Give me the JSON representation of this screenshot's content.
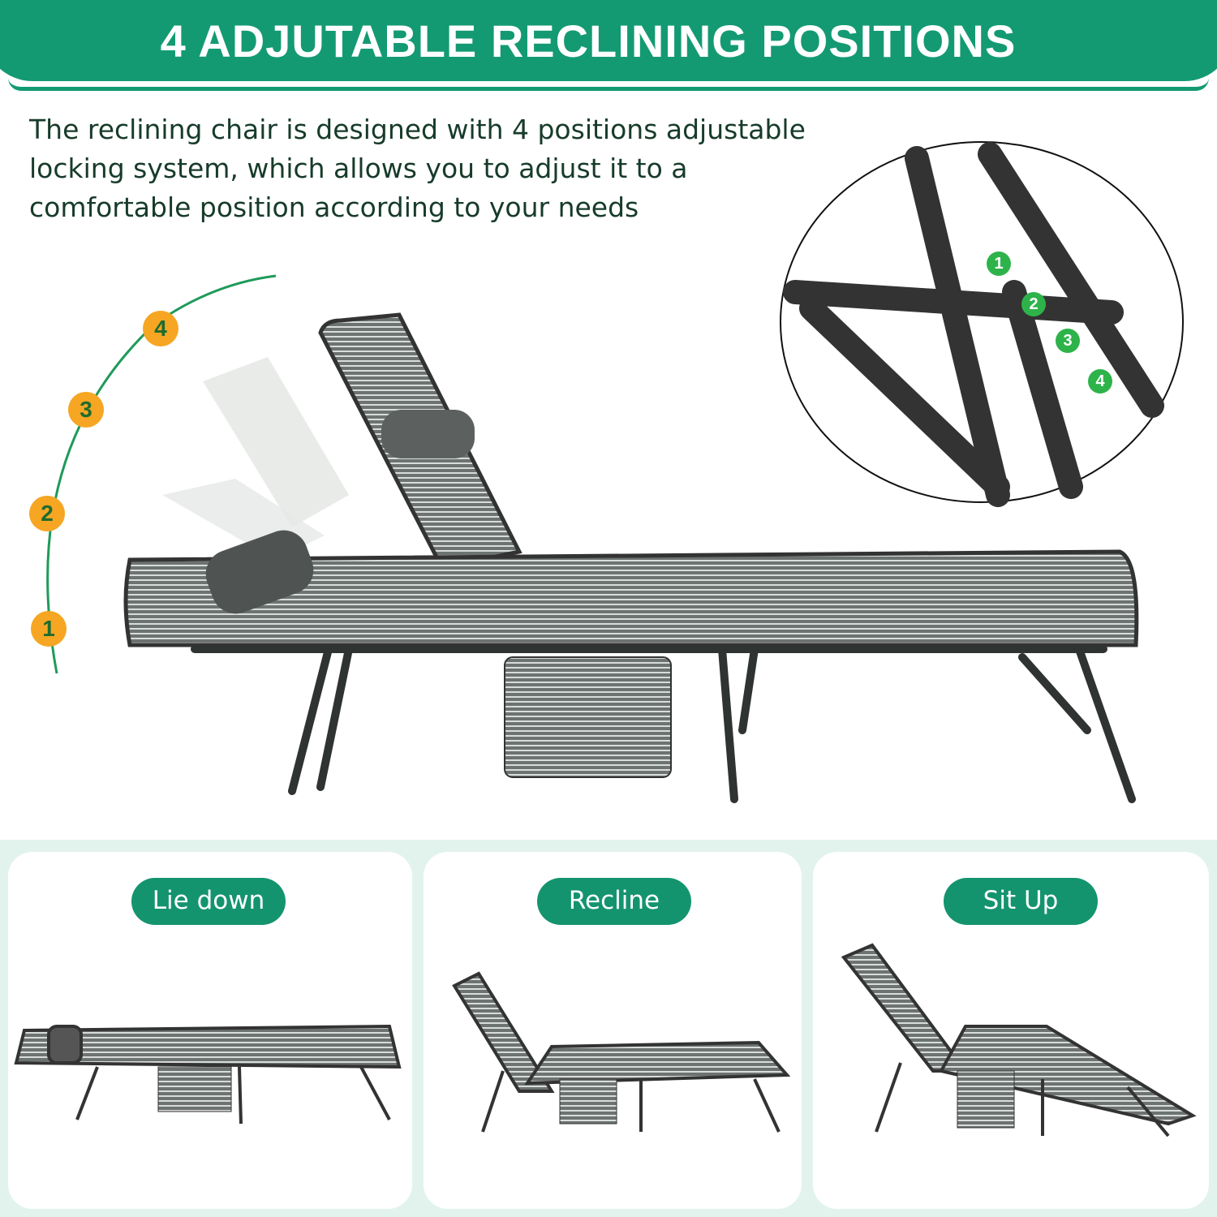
{
  "header": {
    "title": "4 ADJUTABLE RECLINING POSITIONS"
  },
  "description": {
    "lines": [
      "The reclining chair is designed with 4 positions adjustable",
      "locking system, which allows you to adjust it to a",
      "comfortable position according to your needs"
    ]
  },
  "positions": [
    "1",
    "2",
    "3",
    "4"
  ],
  "detail_markers": [
    "1",
    "2",
    "3",
    "4"
  ],
  "modes": [
    {
      "label": "Lie down"
    },
    {
      "label": "Recline"
    },
    {
      "label": "Sit Up"
    }
  ],
  "colors": {
    "brand_green": "#149a73",
    "badge_orange": "#f6a623",
    "panel_bg": "#e2f3ee"
  }
}
